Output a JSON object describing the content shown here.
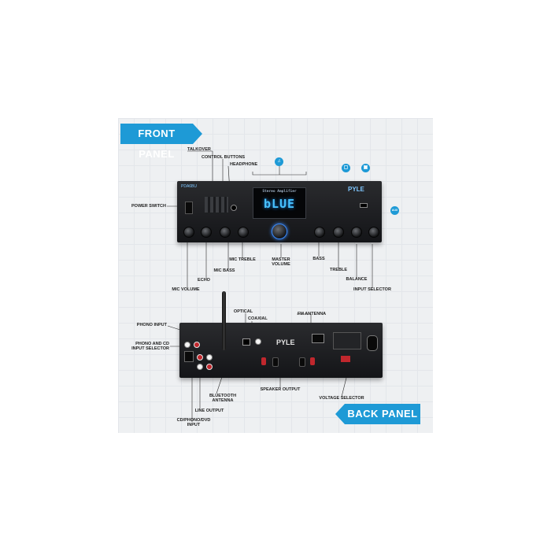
{
  "banners": {
    "front": "FRONT PANEL",
    "back": "BACK PANEL"
  },
  "front_labels": {
    "talkover": "TALKOVER",
    "control_buttons": "CONTROL BUTTONS",
    "headphone": "HEADPHONE",
    "power_switch": "POWER SWITCH",
    "mic_treble": "MIC TREBLE",
    "master_volume": "MASTER\nVOLUME",
    "bass": "BASS",
    "mic_bass": "MIC BASS",
    "treble": "TREBLE",
    "echo": "ECHO",
    "balance": "BALANCE",
    "mic_volume": "MIC VOLUME",
    "input_selector": "INPUT SELECTOR"
  },
  "back_labels": {
    "optical": "OPTICAL",
    "coaxial": "COAXIAL",
    "fm_antenna": "FM ANTENNA",
    "phono_input": "PHONO INPUT",
    "phono_cd_selector": "PHONO AND CD\nINPUT SELECTOR",
    "bluetooth_antenna": "BLUETOOTH\nANTENNA",
    "speaker_output": "SPEAKER OUTPUT",
    "voltage_selector": "VOLTAGE SELECTOR",
    "line_output": "LINE OUTPUT",
    "cd_phono_dvd": "CD/PHONO/DVD\nINPUT"
  },
  "device_front": {
    "brand": "PYLE",
    "model": "PDA6BU",
    "display_title": "Stereo Amplifier",
    "display_text": "bLUE"
  },
  "device_back": {
    "brand": "PYLE"
  },
  "badges": {
    "aux": "AUX"
  },
  "colors": {
    "accent": "#1e9ad6",
    "display_text": "#48c2ff",
    "device_body": "#1c1d20"
  }
}
